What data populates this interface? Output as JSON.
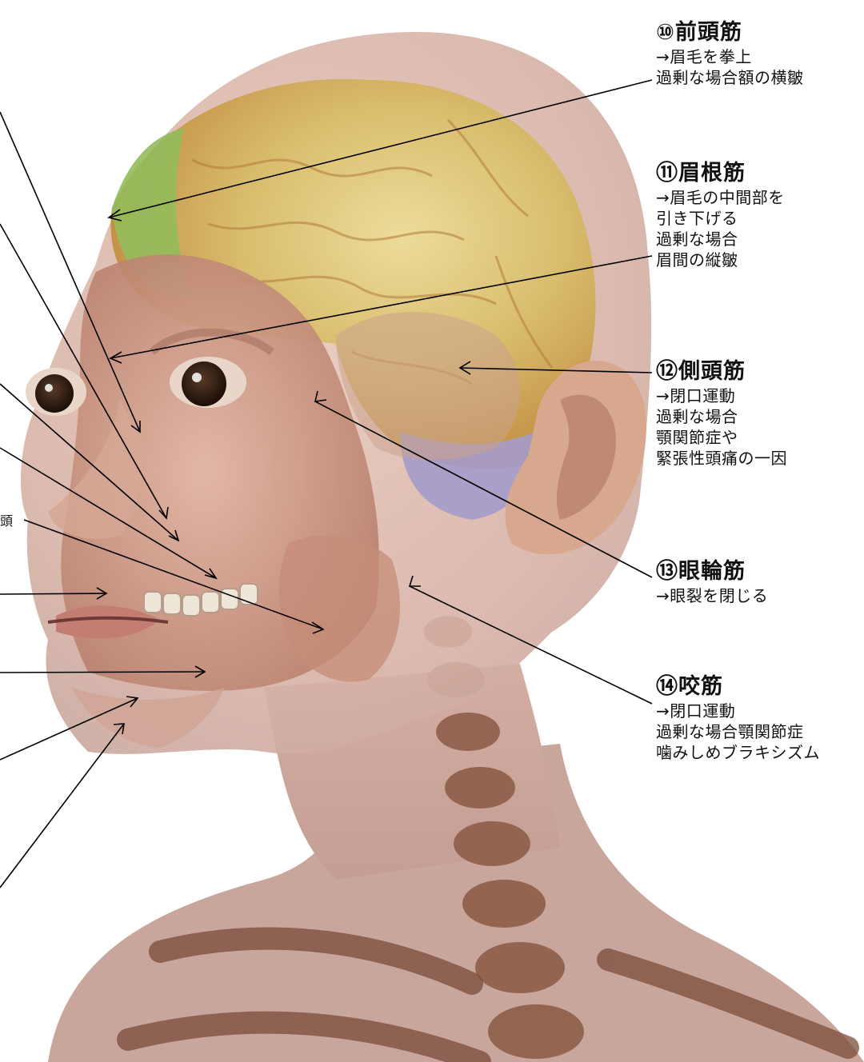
{
  "labels": [
    {
      "id": "10",
      "title": "⑩前頭筋",
      "lines": [
        "→眉毛を拳上",
        "過剰な場合額の横皺"
      ]
    },
    {
      "id": "11",
      "title": "⑪眉根筋",
      "lines": [
        "→眉毛の中間部を",
        "引き下げる",
        "過剰な場合",
        "眉間の縦皺"
      ]
    },
    {
      "id": "12",
      "title": "⑫側頭筋",
      "lines": [
        "→閉口運動",
        "過剰な場合",
        "顎関節症や",
        "緊張性頭痛の一因"
      ]
    },
    {
      "id": "13",
      "title": "⑬眼輪筋",
      "lines": [
        "→眼裂を閉じる"
      ]
    },
    {
      "id": "14",
      "title": "⑭咬筋",
      "lines": [
        "→閉口運動",
        "過剰な場合顎関節症",
        "噛みしめブラキシズム"
      ]
    }
  ],
  "fragment": "頭",
  "colors": {
    "skin": "#d9b0a0",
    "muscle": "#c98e7c",
    "brain_yellow": "#d8c780",
    "brain_orange": "#c99a4e",
    "brain_green": "#8fb85a",
    "brain_violet": "#9d93c6",
    "bone": "#8a5a45",
    "leader": "#000000"
  }
}
